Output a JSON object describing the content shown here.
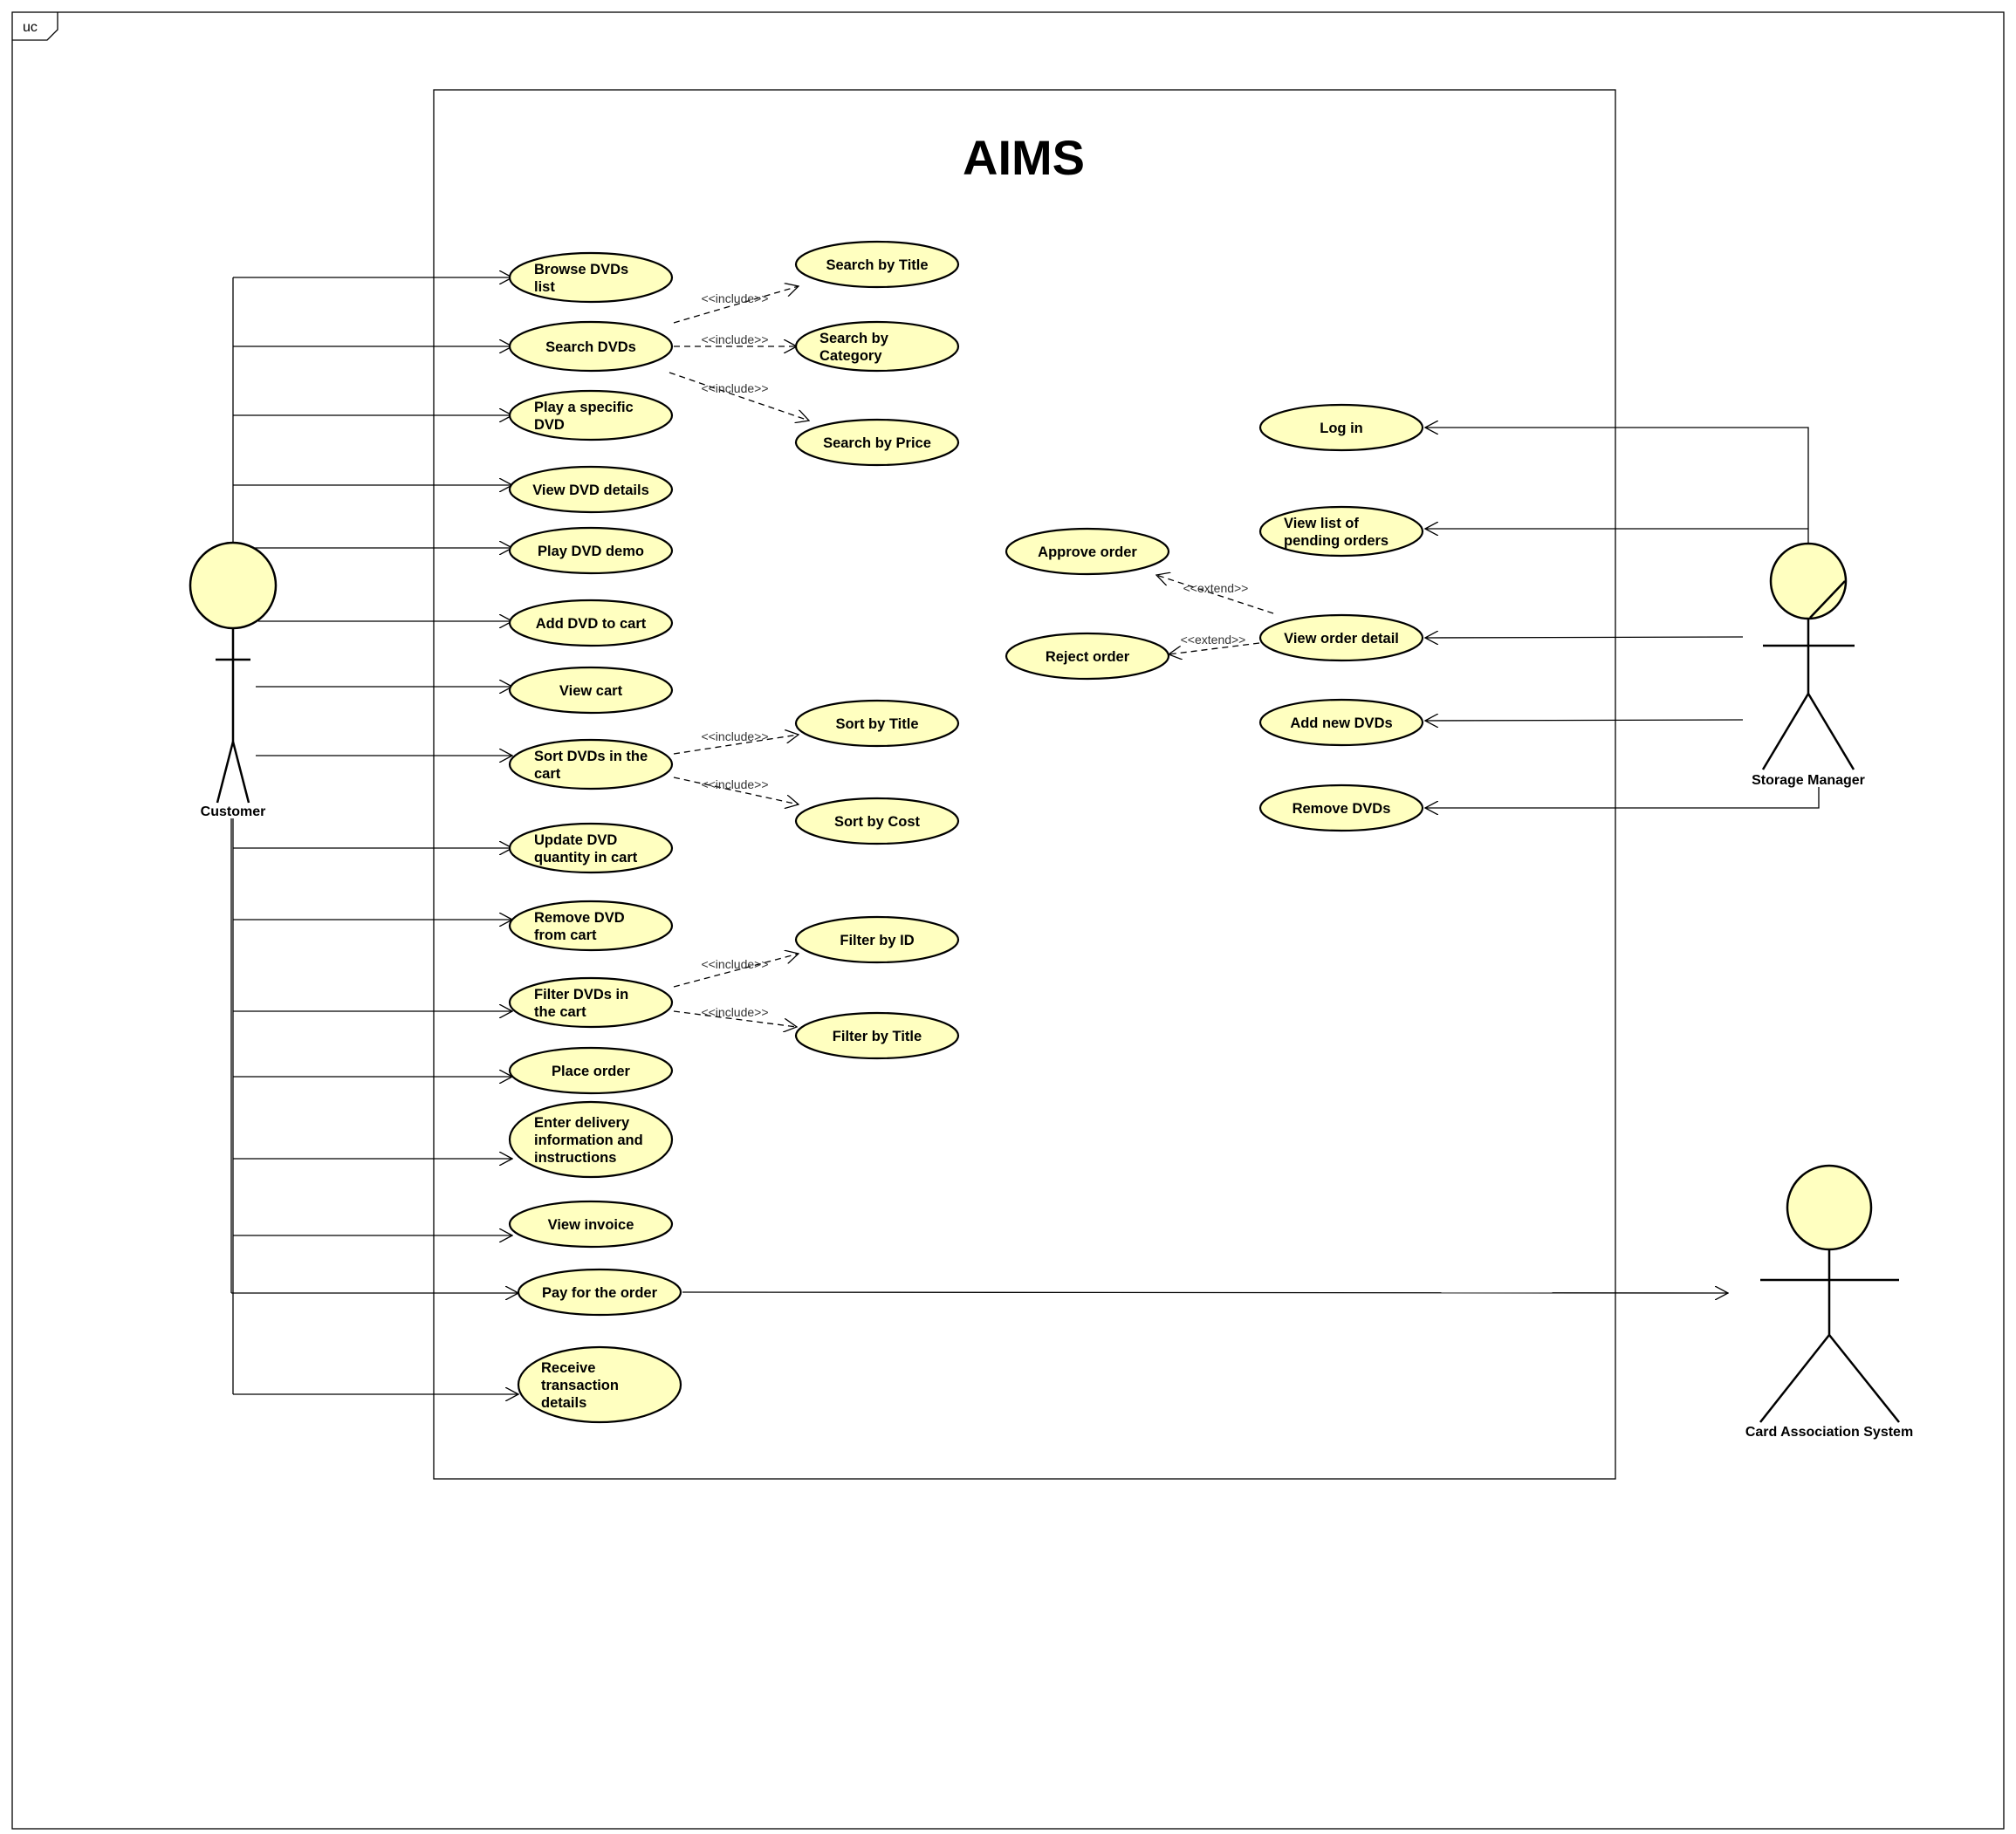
{
  "frame_label": "uc",
  "system_title": "AIMS",
  "actors": [
    {
      "id": "customer",
      "label": "Customer"
    },
    {
      "id": "storage_manager",
      "label": "Storage Manager"
    },
    {
      "id": "card_association",
      "label": "Card Association System"
    }
  ],
  "use_cases": [
    {
      "id": "browse",
      "lines": [
        "Browse DVDs",
        "list"
      ]
    },
    {
      "id": "search",
      "lines": [
        "Search DVDs"
      ]
    },
    {
      "id": "play_specific",
      "lines": [
        "Play a specific",
        "DVD"
      ]
    },
    {
      "id": "view_details",
      "lines": [
        "View DVD details"
      ]
    },
    {
      "id": "play_demo",
      "lines": [
        "Play DVD demo"
      ]
    },
    {
      "id": "add_cart",
      "lines": [
        "Add DVD to cart"
      ]
    },
    {
      "id": "view_cart",
      "lines": [
        "View cart"
      ]
    },
    {
      "id": "sort_cart",
      "lines": [
        "Sort DVDs in the",
        "cart"
      ]
    },
    {
      "id": "update_qty",
      "lines": [
        "Update DVD",
        "quantity in cart"
      ]
    },
    {
      "id": "remove_cart",
      "lines": [
        "Remove DVD",
        "from cart"
      ]
    },
    {
      "id": "filter_cart",
      "lines": [
        "Filter DVDs in",
        "the cart"
      ]
    },
    {
      "id": "place_order",
      "lines": [
        "Place order"
      ]
    },
    {
      "id": "enter_delivery",
      "lines": [
        "Enter delivery",
        "information and",
        "instructions"
      ]
    },
    {
      "id": "view_invoice",
      "lines": [
        "View invoice"
      ]
    },
    {
      "id": "pay_order",
      "lines": [
        "Pay for the order"
      ]
    },
    {
      "id": "receive_tx",
      "lines": [
        "Receive",
        "transaction",
        "details"
      ]
    },
    {
      "id": "search_title",
      "lines": [
        "Search by Title"
      ]
    },
    {
      "id": "search_category",
      "lines": [
        "Search by",
        "Category"
      ]
    },
    {
      "id": "search_price",
      "lines": [
        "Search by Price"
      ]
    },
    {
      "id": "sort_title",
      "lines": [
        "Sort by Title"
      ]
    },
    {
      "id": "sort_cost",
      "lines": [
        "Sort by Cost"
      ]
    },
    {
      "id": "filter_id",
      "lines": [
        "Filter by ID"
      ]
    },
    {
      "id": "filter_title",
      "lines": [
        "Filter by Title"
      ]
    },
    {
      "id": "login",
      "lines": [
        "Log in"
      ]
    },
    {
      "id": "view_pending",
      "lines": [
        "View list of",
        "pending orders"
      ]
    },
    {
      "id": "approve",
      "lines": [
        "Approve order"
      ]
    },
    {
      "id": "reject",
      "lines": [
        "Reject order"
      ]
    },
    {
      "id": "view_order_detail",
      "lines": [
        "View order detail"
      ]
    },
    {
      "id": "add_new",
      "lines": [
        "Add new DVDs"
      ]
    },
    {
      "id": "remove_dvds",
      "lines": [
        "Remove DVDs"
      ]
    }
  ],
  "relationships": [
    {
      "type": "include",
      "label": "<<include>>",
      "from": "search",
      "to": "search_title"
    },
    {
      "type": "include",
      "label": "<<include>>",
      "from": "search",
      "to": "search_category"
    },
    {
      "type": "include",
      "label": "<<include>>",
      "from": "search",
      "to": "search_price"
    },
    {
      "type": "include",
      "label": "<<include>>",
      "from": "sort_cart",
      "to": "sort_title"
    },
    {
      "type": "include",
      "label": "<<include>>",
      "from": "sort_cart",
      "to": "sort_cost"
    },
    {
      "type": "include",
      "label": "<<include>>",
      "from": "filter_cart",
      "to": "filter_id"
    },
    {
      "type": "include",
      "label": "<<include>>",
      "from": "filter_cart",
      "to": "filter_title"
    },
    {
      "type": "extend",
      "label": "<<extend>>",
      "from": "view_order_detail",
      "to": "approve"
    },
    {
      "type": "extend",
      "label": "<<extend>>",
      "from": "view_order_detail",
      "to": "reject"
    }
  ]
}
